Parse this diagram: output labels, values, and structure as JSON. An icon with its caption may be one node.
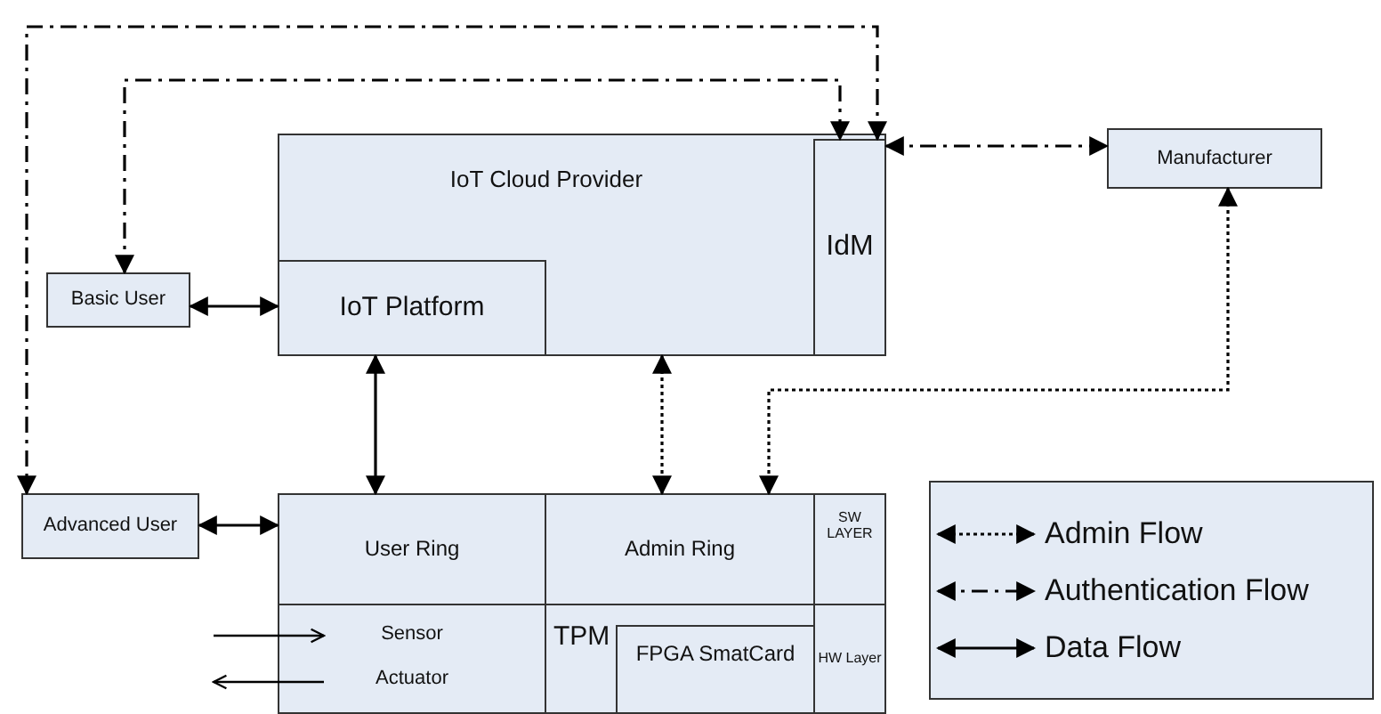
{
  "diagram": {
    "nodes": [
      {
        "text": [
          "IoT Cloud Provider"
        ]
      },
      {
        "text": [
          "IoT Platform"
        ],
        "in": 0
      },
      {
        "text": [
          "IdM"
        ],
        "in": 0
      },
      {
        "text": [
          "Basic User"
        ]
      },
      {
        "text": [
          "Manufacturer"
        ]
      },
      {
        "text": [
          "Advanced User"
        ]
      },
      {
        "text": [
          "User Ring"
        ]
      },
      {
        "text": [
          "Admin Ring"
        ]
      },
      {
        "text": [
          "SW LAYER"
        ]
      },
      {
        "text": [
          "Sensor",
          "Actuator"
        ]
      },
      {
        "text": [
          "TPM"
        ]
      },
      {
        "text": [
          "FPGA SmatCard"
        ],
        "in": 10
      },
      {
        "text": [
          "HW Layer"
        ]
      }
    ],
    "edges": [
      {
        "from": 2,
        "to": 5,
        "arrow": "both",
        "style": "dashed"
      },
      {
        "from": 3,
        "to": 2,
        "arrow": "both",
        "style": "dashed"
      },
      {
        "from": 2,
        "to": 4,
        "arrow": "both",
        "style": "dashed"
      },
      {
        "from": 3,
        "to": 1,
        "arrow": "both"
      },
      {
        "from": 1,
        "to": 6,
        "arrow": "both"
      },
      {
        "from": 0,
        "to": 7,
        "arrow": "both",
        "style": "dashed"
      },
      {
        "from": 4,
        "to": 7,
        "arrow": "both",
        "style": "dashed"
      },
      {
        "from": 5,
        "to": 6,
        "arrow": "both"
      },
      {
        "from": null,
        "to": 9,
        "arrow": "to"
      },
      {
        "from": 9,
        "to": null,
        "arrow": "to"
      }
    ],
    "legend": [
      {
        "text": "Admin Flow"
      },
      {
        "text": "Authentication Flow"
      },
      {
        "text": "Data Flow"
      }
    ]
  }
}
